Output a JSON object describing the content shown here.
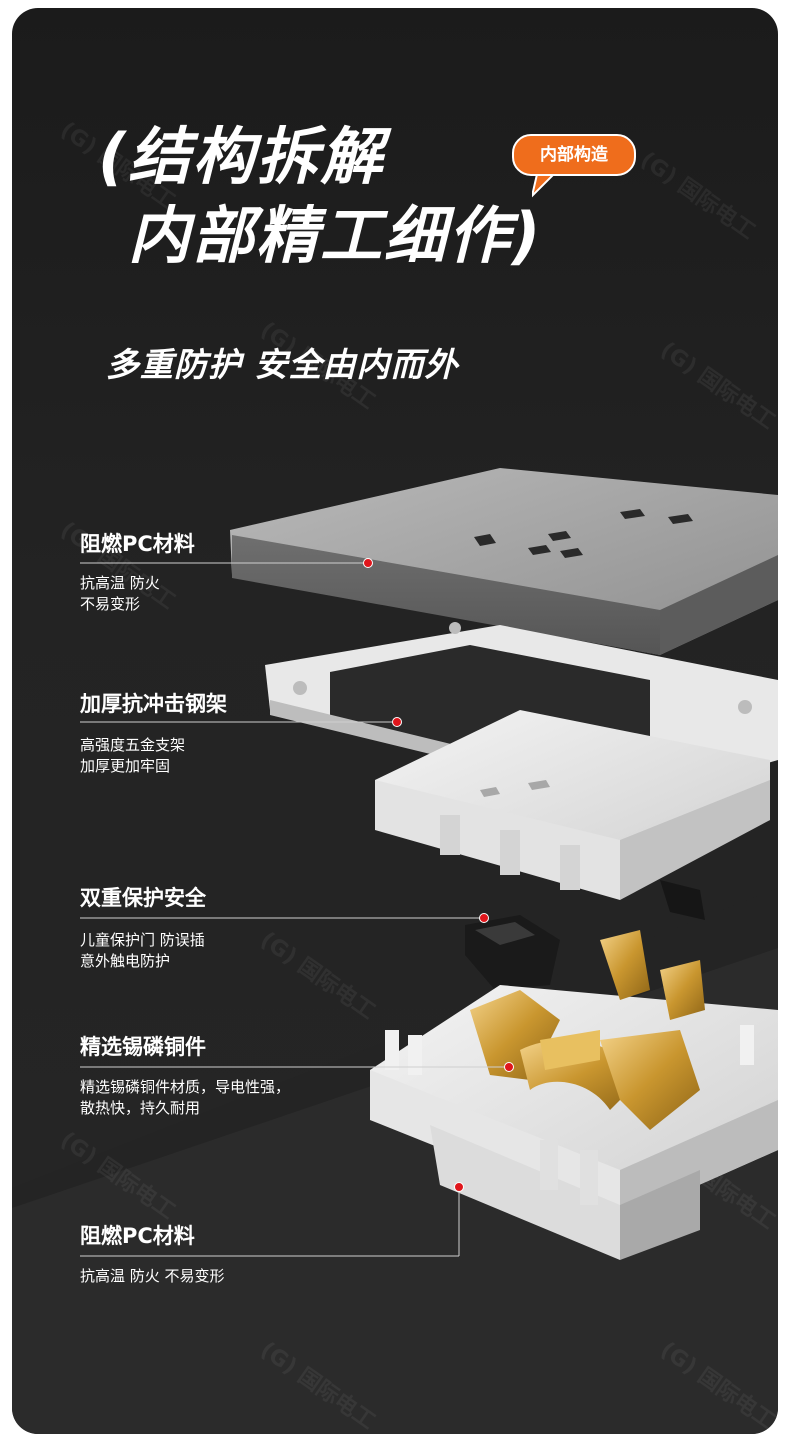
{
  "header": {
    "title_line1": "(结构拆解",
    "title_line2": "内部精工细作)",
    "badge": "内部构造",
    "subtitle": "多重防护 安全由内而外"
  },
  "features": [
    {
      "title": "阻燃PC材料",
      "desc": "抗高温 防火\n不易变形"
    },
    {
      "title": "加厚抗冲击钢架",
      "desc": "高强度五金支架\n加厚更加牢固"
    },
    {
      "title": "双重保护安全",
      "desc": "儿童保护门 防误插\n意外触电防护"
    },
    {
      "title": "精选锡磷铜件",
      "desc": "精选锡磷铜件材质，导电性强，\n散热快，持久耐用"
    },
    {
      "title": "阻燃PC材料",
      "desc": "抗高温 防火 不易变形"
    }
  ],
  "colors": {
    "accent": "#ef6d1c",
    "marker": "#e0161c",
    "background": "#1f1f1f"
  }
}
